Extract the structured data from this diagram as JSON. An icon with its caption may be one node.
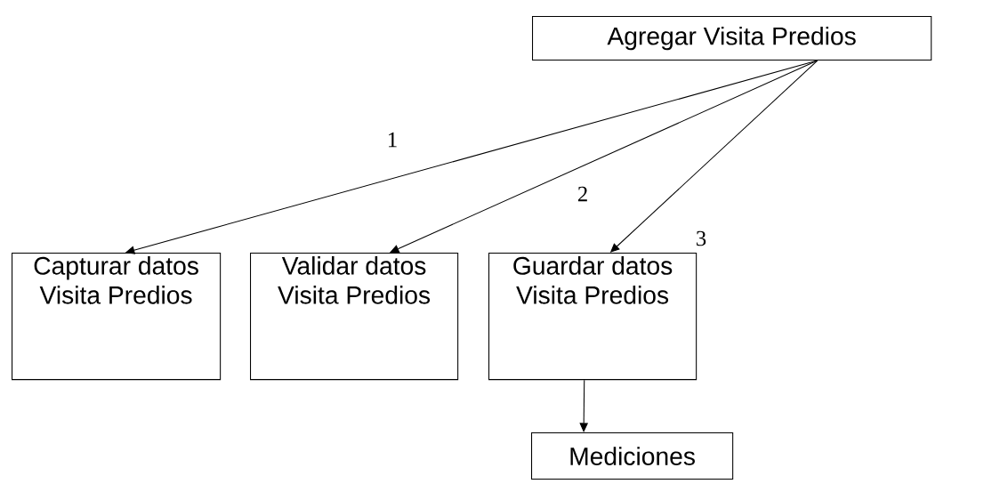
{
  "diagram": {
    "nodes": [
      {
        "text": [
          "Agregar Visita Predios"
        ]
      },
      {
        "text": [
          "Capturar datos Visita Predios"
        ]
      },
      {
        "text": [
          "Validar datos Visita Predios"
        ]
      },
      {
        "text": [
          "Guardar datos Visita Predios"
        ]
      },
      {
        "text": [
          "Mediciones"
        ]
      }
    ],
    "edges": [
      {
        "from": 0,
        "to": 1,
        "arrow": "to",
        "label": "1"
      },
      {
        "from": 0,
        "to": 2,
        "arrow": "to",
        "label": "2"
      },
      {
        "from": 0,
        "to": 3,
        "arrow": "to",
        "label": "3"
      },
      {
        "from": 3,
        "to": 4,
        "arrow": "to"
      }
    ]
  }
}
